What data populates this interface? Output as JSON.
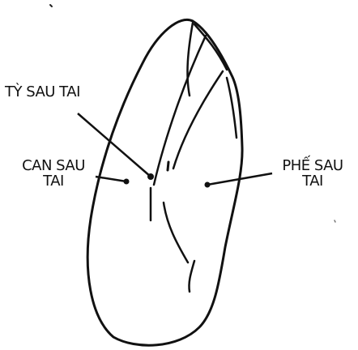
{
  "labels": {
    "ty_sau_tai": "TỲ SAU TAI",
    "can_sau_tai_line1": "CAN SAU",
    "can_sau_tai_line2": "TAI",
    "phe_sau_tai_line1": "PHẾ SAU",
    "phe_sau_tai_line2": "TAI"
  },
  "colors": {
    "ink": "#111111",
    "background": "#ffffff"
  }
}
